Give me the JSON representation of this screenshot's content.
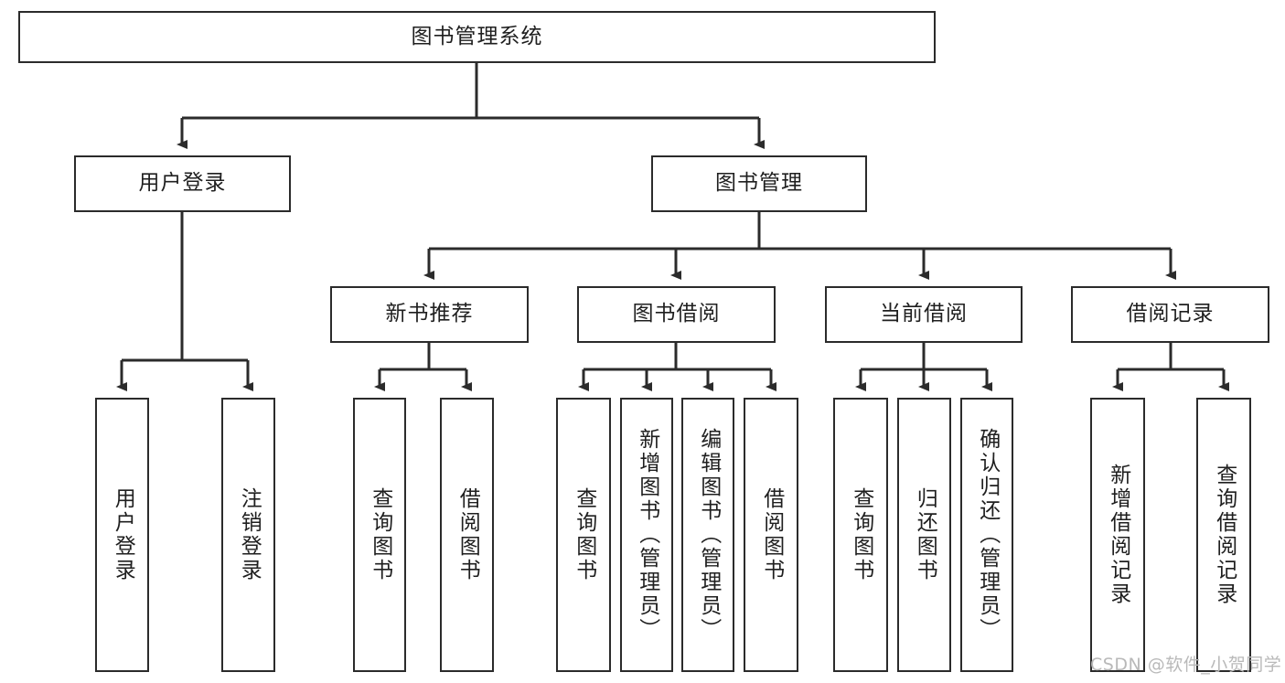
{
  "diagram": {
    "title": "图书管理系统",
    "watermark": "CSDN @软件_小贺同学",
    "colors": {
      "box_border": "#2b2b2b",
      "box_fill": "#ffffff",
      "edge": "#2b2b2b",
      "text": "#1f1f1f",
      "watermark": "#b9b9b9",
      "background": "#ffffff"
    },
    "root": {
      "label": "图书管理系统"
    },
    "level2": [
      {
        "label": "用户登录"
      },
      {
        "label": "图书管理"
      }
    ],
    "level3": [
      {
        "label": "新书推荐"
      },
      {
        "label": "图书借阅"
      },
      {
        "label": "当前借阅"
      },
      {
        "label": "借阅记录"
      }
    ],
    "leaves": {
      "user_login": [
        {
          "label": "用户登录"
        },
        {
          "label": "注销登录"
        }
      ],
      "new_book_recommend": [
        {
          "label": "查询图书"
        },
        {
          "label": "借阅图书"
        }
      ],
      "book_borrow": [
        {
          "label": "查询图书"
        },
        {
          "label": "新增图书（管理员）"
        },
        {
          "label": "编辑图书（管理员）"
        },
        {
          "label": "借阅图书"
        }
      ],
      "current_borrow": [
        {
          "label": "查询图书"
        },
        {
          "label": "归还图书"
        },
        {
          "label": "确认归还（管理员）"
        }
      ],
      "borrow_record": [
        {
          "label": "新增借阅记录"
        },
        {
          "label": "查询借阅记录"
        }
      ]
    }
  }
}
